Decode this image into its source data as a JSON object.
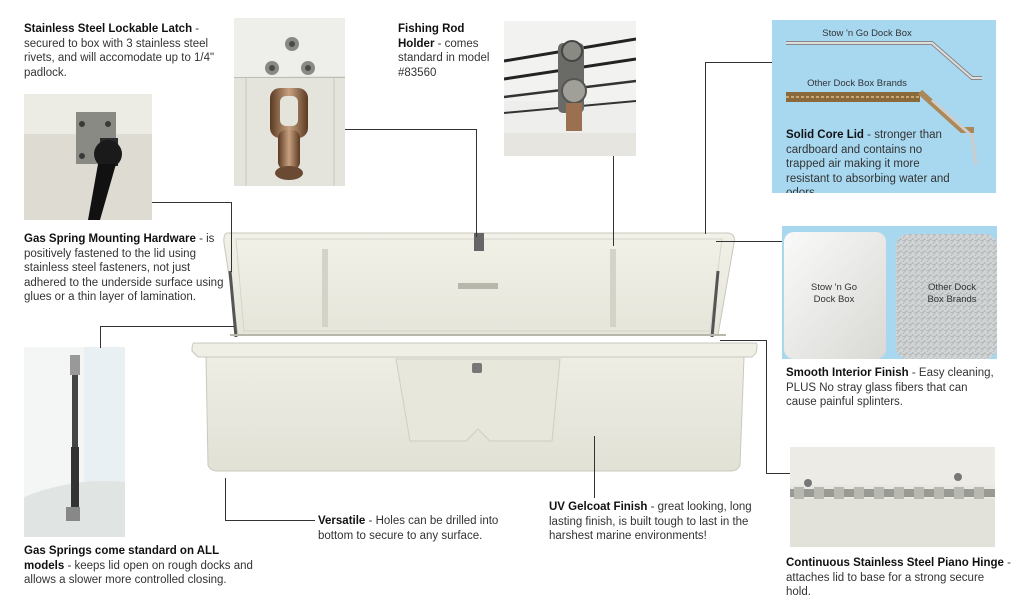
{
  "features": {
    "latch": {
      "title": "Stainless Steel Lockable Latch",
      "desc": "secured to box with 3 stainless steel rivets, and will accomodate up to 1/4\" padlock."
    },
    "rod_holder": {
      "title": "Fishing Rod Holder",
      "desc": "comes standard in model #83560"
    },
    "lid": {
      "title": "Solid Core Lid",
      "desc": "stronger than cardboard and contains no trapped air making it more resistant to absorbing water and odors."
    },
    "mounting": {
      "title": "Gas Spring Mounting Hardware",
      "desc": "is positively fastened to the lid using stainless steel fasteners, not just adhered to the underside surface using glues or a thin layer of lamination."
    },
    "interior": {
      "title": "Smooth Interior Finish",
      "desc": "Easy cleaning, PLUS No stray glass fibers that can cause painful splinters."
    },
    "gas_springs": {
      "title": "Gas Springs come standard on ALL models",
      "desc": "keeps lid open on rough docks and allows a slower more controlled closing."
    },
    "versatile": {
      "title": "Versatile",
      "desc": "Holes can be drilled into bottom to secure to any surface."
    },
    "gelcoat": {
      "title": "UV Gelcoat Finish",
      "desc": "great looking, long lasting finish, is built tough to last in the harshest marine environments!"
    },
    "hinge": {
      "title": "Continuous Stainless Steel Piano Hinge",
      "desc": "attaches lid to base for a strong secure hold."
    }
  },
  "lid_comparison": {
    "stow_label": "Stow 'n Go Dock Box",
    "other_label": "Other Dock Box Brands"
  },
  "interior_comparison": {
    "stow_label": "Stow 'n Go Dock Box",
    "other_label": "Other Dock Box Brands"
  },
  "colors": {
    "panel_blue": "#a8d8f0",
    "box_white": "#ecebe0"
  }
}
